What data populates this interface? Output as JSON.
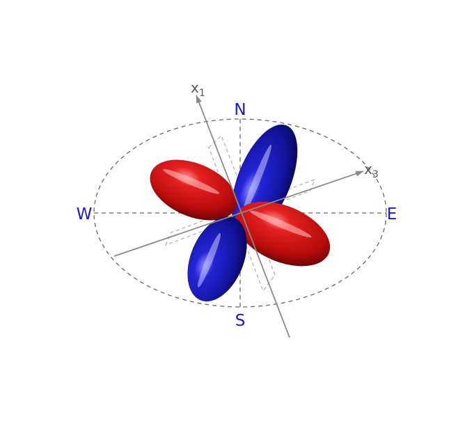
{
  "compass": {
    "north": "N",
    "south": "S",
    "east": "E",
    "west": "W"
  },
  "axes": {
    "x1": {
      "letter": "x",
      "subscript": "1"
    },
    "x3": {
      "letter": "x",
      "subscript": "3"
    }
  },
  "lobes": {
    "compression_color": "#d41414",
    "tension_color": "#1c1cc0"
  },
  "colors": {
    "compass_text": "#1a1ad6",
    "axis_line": "#8a8a8a",
    "dashed_circle": "#666666",
    "nodal_plane": "#c8a0a8"
  }
}
